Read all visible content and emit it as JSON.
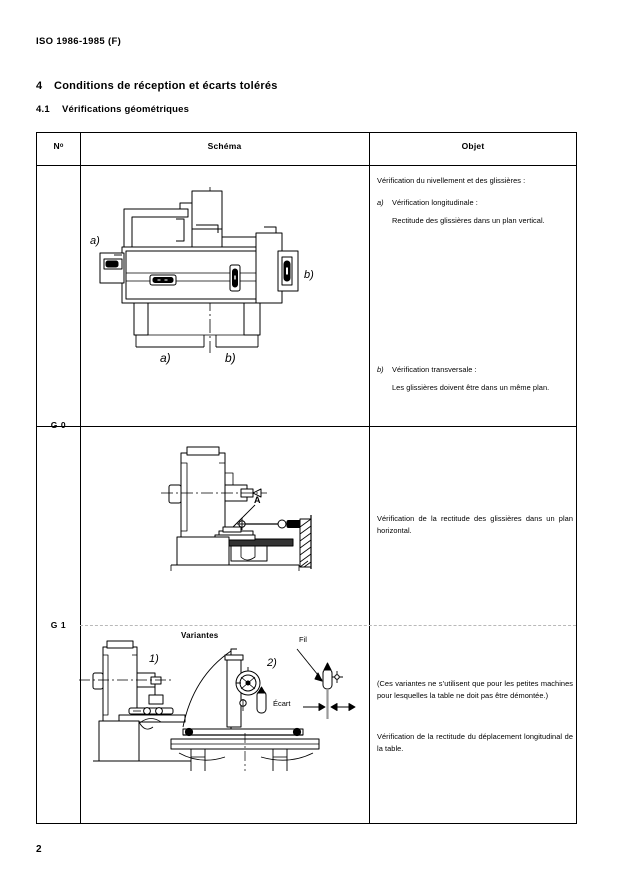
{
  "document": {
    "reference": "ISO 1986-1985 (F)",
    "page_number": "2"
  },
  "headings": {
    "clause_number": "4",
    "clause_title": "Conditions de réception et écarts tolérés",
    "subclause_number": "4.1",
    "subclause_title": "Vérifications géométriques"
  },
  "table": {
    "columns": [
      {
        "key": "no",
        "label": "Nᵒ"
      },
      {
        "key": "schema",
        "label": "Schéma"
      },
      {
        "key": "objet",
        "label": "Objet"
      }
    ],
    "rows": [
      {
        "id": "G 0",
        "schema": {
          "figure_name": "milling-machine-front-view",
          "labels": [
            "a)",
            "b)",
            "a)",
            "b)"
          ]
        },
        "objet": {
          "lead": "Vérification du nivellement et des glissières :",
          "items": [
            {
              "marker": "a)",
              "title": "Vérification longitudinale :",
              "body": "Rectitude des glissières dans un plan vertical."
            },
            {
              "marker": "b)",
              "title": "Vérification transversale :",
              "body": "Les glissières doivent être dans un même plan."
            }
          ]
        }
      },
      {
        "id": "G 1",
        "schema": {
          "figure_top_name": "machine-side-view-with-straightedge",
          "figure_top_labels": [
            "A"
          ],
          "figure_bottom_name": "variantes-setups",
          "figure_bottom_labels": [
            "Variantes",
            "1)",
            "2)",
            "Fil",
            "Écart"
          ]
        },
        "objet": {
          "main": "Vérification de la rectitude des glissières dans un plan horizontal.",
          "note": "(Ces variantes ne s’utilisent que pour les petites machines pour lesquelles la table ne doit pas être démontée.)",
          "verification": "Vérification de la rectitude du déplacement longitudinal de la table."
        }
      }
    ]
  },
  "colors": {
    "ink": "#000000",
    "paper": "#ffffff",
    "faint_rule": "#b9b9b9"
  }
}
